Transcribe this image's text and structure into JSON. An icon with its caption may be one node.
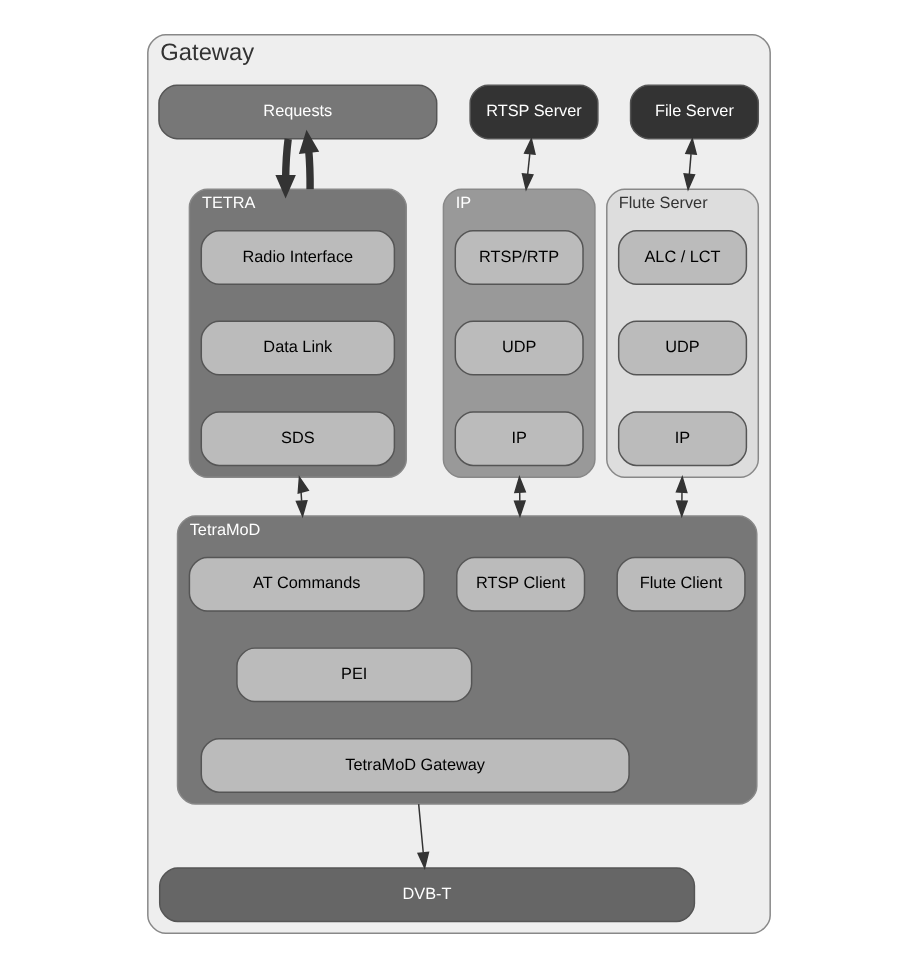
{
  "diagram": {
    "nodes": [
      {
        "text": [
          "Gateway"
        ]
      },
      {
        "text": [
          "Requests"
        ],
        "in": 0
      },
      {
        "text": [
          "RTSP Server"
        ],
        "in": 0
      },
      {
        "text": [
          "File Server"
        ],
        "in": 0
      },
      {
        "text": [
          "TETRA"
        ],
        "in": 0
      },
      {
        "text": [
          "Radio Interface"
        ],
        "in": 4
      },
      {
        "text": [
          "Data Link"
        ],
        "in": 4
      },
      {
        "text": [
          "SDS"
        ],
        "in": 4
      },
      {
        "text": [
          "IP"
        ],
        "in": 0
      },
      {
        "text": [
          "RTSP/RTP"
        ],
        "in": 8
      },
      {
        "text": [
          "UDP"
        ],
        "in": 8
      },
      {
        "text": [
          "IP"
        ],
        "in": 8
      },
      {
        "text": [
          "Flute Server"
        ],
        "in": 0
      },
      {
        "text": [
          "ALC / LCT"
        ],
        "in": 12
      },
      {
        "text": [
          "UDP"
        ],
        "in": 12
      },
      {
        "text": [
          "IP"
        ],
        "in": 12
      },
      {
        "text": [
          "TetraMoD"
        ],
        "in": 0
      },
      {
        "text": [
          "RTSP Client"
        ],
        "in": 16
      },
      {
        "text": [
          "Flute Client"
        ],
        "in": 16
      },
      {
        "text": [
          "AT Commands"
        ],
        "in": 16
      },
      {
        "text": [
          "PEI"
        ],
        "in": 16
      },
      {
        "text": [
          "TetraMoD Gateway"
        ],
        "in": 16
      },
      {
        "text": [
          "DVB-T"
        ],
        "in": 0
      }
    ],
    "edges": [
      {
        "from": 1,
        "to": 4,
        "arrow": "to",
        "style": "thick"
      },
      {
        "from": 4,
        "to": 1,
        "arrow": "to",
        "style": "thick"
      },
      {
        "from": 2,
        "to": 8,
        "arrow": "both"
      },
      {
        "from": 3,
        "to": 12,
        "arrow": "both"
      },
      {
        "from": 4,
        "to": 16,
        "arrow": "both"
      },
      {
        "from": 8,
        "to": 16,
        "arrow": "both"
      },
      {
        "from": 12,
        "to": 16,
        "arrow": "both"
      },
      {
        "from": 16,
        "to": 22,
        "arrow": "to"
      }
    ]
  }
}
